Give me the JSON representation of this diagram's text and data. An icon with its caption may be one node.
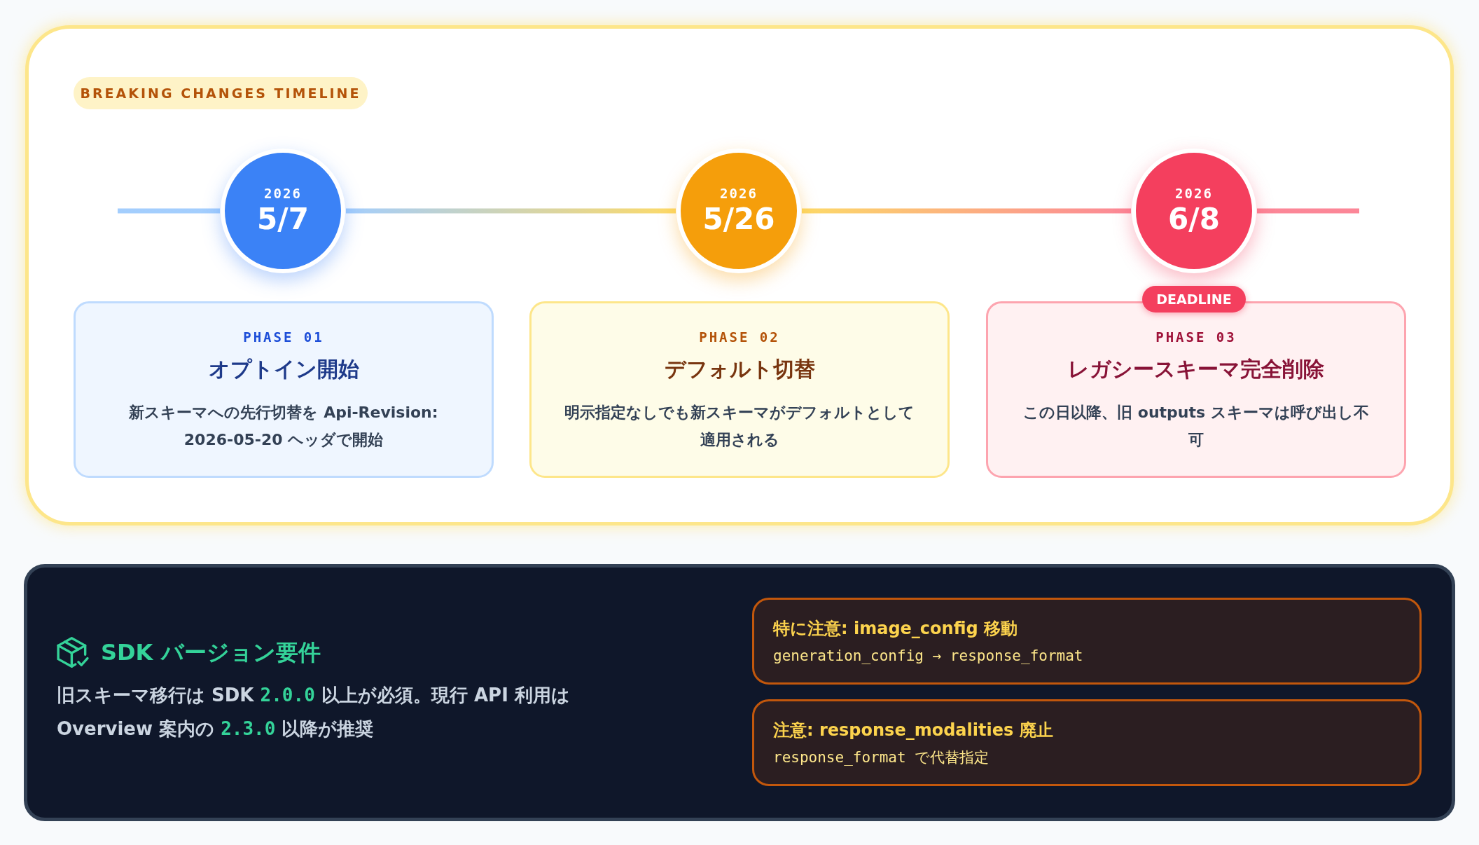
{
  "diagram": {
    "nodes": [
      {
        "text": [],
        "shape": "box"
      },
      {
        "text": [
          "BREAKING CHANGES TIMELINE"
        ],
        "in": 0
      },
      {
        "text": [
          "2026",
          "5/7"
        ],
        "in": 0
      },
      {
        "text": [
          "2026",
          "5/26"
        ],
        "in": 0
      },
      {
        "text": [
          "2026",
          "6/8"
        ],
        "in": 0
      },
      {
        "text": [
          "PHASE 01",
          "オプトイン開始",
          "新スキーマへの先行切替を Api-Revision: 2026-05-20 ヘッダで開始"
        ],
        "in": 0
      },
      {
        "text": [
          "PHASE 02",
          "デフォルト切替",
          "明示指定なしでも新スキーマがデフォルトとして適用される"
        ],
        "in": 0
      },
      {
        "text": [
          "DEADLINE"
        ],
        "in": 0
      },
      {
        "text": [
          "PHASE 03",
          "レガシースキーマ完全削除",
          "この日以降、旧 outputs スキーマは呼び出し不可"
        ],
        "in": 0
      },
      {
        "text": [
          "SDK バージョン要件",
          "旧スキーマ移行は SDK 2.0.0 以上が必須。現行 API 利用は Overview 案内の 2.3.0 以降が推奨"
        ]
      },
      {
        "text": [
          "特に注意: image_config 移動",
          "generation_config → response_format"
        ],
        "in": 9
      },
      {
        "text": [
          "注意: response_modalities 廃止",
          "response_format で代替指定"
        ],
        "in": 9
      }
    ],
    "edges": [
      {
        "from": null,
        "to": 2,
        "arrow": "none"
      },
      {
        "from": 2,
        "to": 3,
        "arrow": "none"
      },
      {
        "from": 3,
        "to": 4,
        "arrow": "none"
      },
      {
        "from": 4,
        "to": null,
        "arrow": "none"
      }
    ]
  }
}
